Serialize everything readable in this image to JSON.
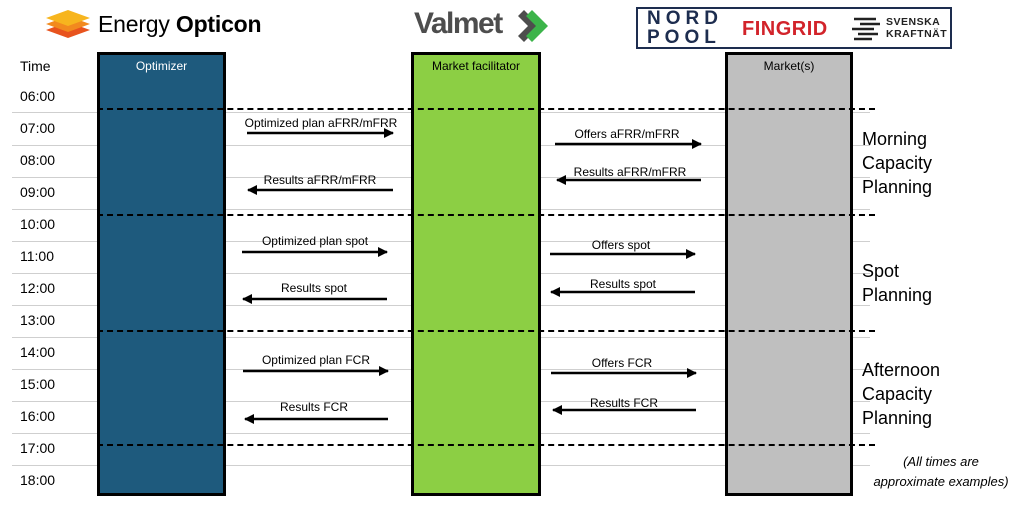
{
  "logos": {
    "energy_opticon": {
      "name_regular": "Energy ",
      "name_bold": "Opticon"
    },
    "valmet": {
      "name": "Valmet"
    },
    "nord_pool": {
      "line1": "NORD",
      "line2": "POOL"
    },
    "fingrid": {
      "name": "FINGRID"
    },
    "svenska_kraftnat": {
      "line1": "SVENSKA",
      "line2": "KRAFTNÄT"
    }
  },
  "colors": {
    "optimizer": "#1e5a7d",
    "market_facilitator": "#8ccf44",
    "markets": "#bfbfbf",
    "fingrid_red": "#d2232a",
    "nordpool_navy": "#1d2d4f"
  },
  "time_axis": {
    "header": "Time",
    "labels": [
      "06:00",
      "07:00",
      "08:00",
      "09:00",
      "10:00",
      "11:00",
      "12:00",
      "13:00",
      "14:00",
      "15:00",
      "16:00",
      "17:00",
      "18:00"
    ]
  },
  "columns": {
    "optimizer": "Optimizer",
    "market_facilitator": "Market facilitator",
    "markets": "Market(s)"
  },
  "messages": [
    {
      "label": "Optimized plan aFRR/mFRR",
      "direction": "right",
      "lane": "left"
    },
    {
      "label": "Offers aFRR/mFRR",
      "direction": "right",
      "lane": "right"
    },
    {
      "label": "Results aFRR/mFRR",
      "direction": "left",
      "lane": "right"
    },
    {
      "label": "Results aFRR/mFRR",
      "direction": "left",
      "lane": "left"
    },
    {
      "label": "Optimized plan spot",
      "direction": "right",
      "lane": "left"
    },
    {
      "label": "Offers spot",
      "direction": "right",
      "lane": "right"
    },
    {
      "label": "Results spot",
      "direction": "left",
      "lane": "right"
    },
    {
      "label": "Results spot",
      "direction": "left",
      "lane": "left"
    },
    {
      "label": "Optimized plan FCR",
      "direction": "right",
      "lane": "left"
    },
    {
      "label": "Offers FCR",
      "direction": "right",
      "lane": "right"
    },
    {
      "label": "Results FCR",
      "direction": "left",
      "lane": "right"
    },
    {
      "label": "Results FCR",
      "direction": "left",
      "lane": "left"
    }
  ],
  "phases": [
    {
      "lines": [
        "Morning",
        "Capacity",
        "Planning"
      ]
    },
    {
      "lines": [
        "Spot",
        "Planning"
      ]
    },
    {
      "lines": [
        "Afternoon",
        "Capacity",
        "Planning"
      ]
    }
  ],
  "note": {
    "line1": "(All times are",
    "line2": "approximate examples)"
  }
}
